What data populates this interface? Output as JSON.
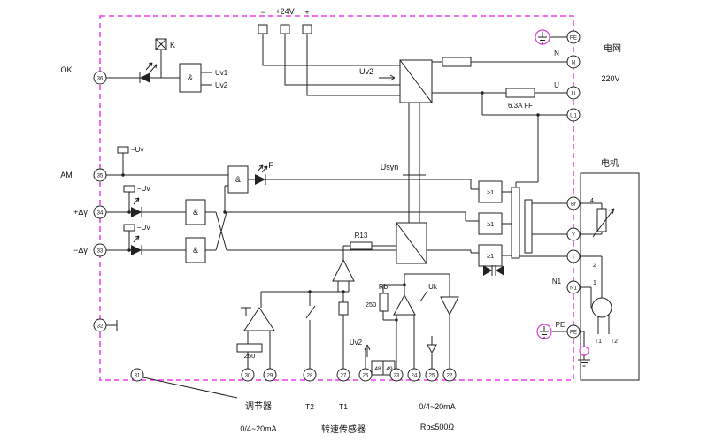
{
  "colors": {
    "boundary": "#ee3cee",
    "wire": "#222222",
    "bg": "#ffffff"
  },
  "supply_terminals": {
    "minus": "−",
    "plus24": "+24V",
    "plus": "+"
  },
  "mains": {
    "grid": "电网",
    "voltage": "220V",
    "fuse": "6.3A FF",
    "n_wire": "N",
    "u_wire": "U",
    "uv2": "Uv2"
  },
  "right_terminals": {
    "pe": "PE",
    "n": "N",
    "u": "U",
    "u1": "U1"
  },
  "left_labels": {
    "ok": "OK",
    "am": "AM",
    "plus_dgamma": "+Δγ",
    "minus_dgamma": "−Δγ"
  },
  "left_terminals": {
    "t36": "36",
    "t35": "35",
    "t34": "34",
    "t33": "33",
    "t32": "32",
    "t31": "31"
  },
  "logic": {
    "and": "&",
    "or": "≥1",
    "uv1": "Uv1",
    "uv2": "Uv2",
    "k": "K",
    "minus_uv": "−Uv",
    "f": "F"
  },
  "trigger": {
    "usyn": "Usyn",
    "r13": "R13"
  },
  "feedback": {
    "rb": "Rb",
    "rb_value": "250",
    "uk": "Uk",
    "uv2": "Uv2",
    "pin48": "48",
    "pin49": "49",
    "reg_resistor": "250"
  },
  "bottom_terminals": {
    "t30": "30",
    "t29": "29",
    "t28": "28",
    "t27": "27",
    "t26": "26",
    "t23": "23",
    "t24": "24",
    "t25": "25",
    "t22": "22"
  },
  "bottom_labels": {
    "regulator": "调节器",
    "regulator_signal": "0/4~20mA",
    "t2": "T2",
    "t1": "T1",
    "speed_sensor": "转速传感器",
    "feedback_signal": "0/4~20mA",
    "rb_limit": "Rb≤500Ω"
  },
  "motor": {
    "title": "电机",
    "terminal_br": "Br",
    "terminal_y": "Y",
    "terminal_t": "T",
    "terminal_n1": "N1",
    "terminal_pe": "PE",
    "n1_wire": "N1",
    "pe_wire": "PE",
    "pin4": "4",
    "pin2": "2",
    "pin1": "1",
    "t1": "T1",
    "t2": "T2"
  }
}
